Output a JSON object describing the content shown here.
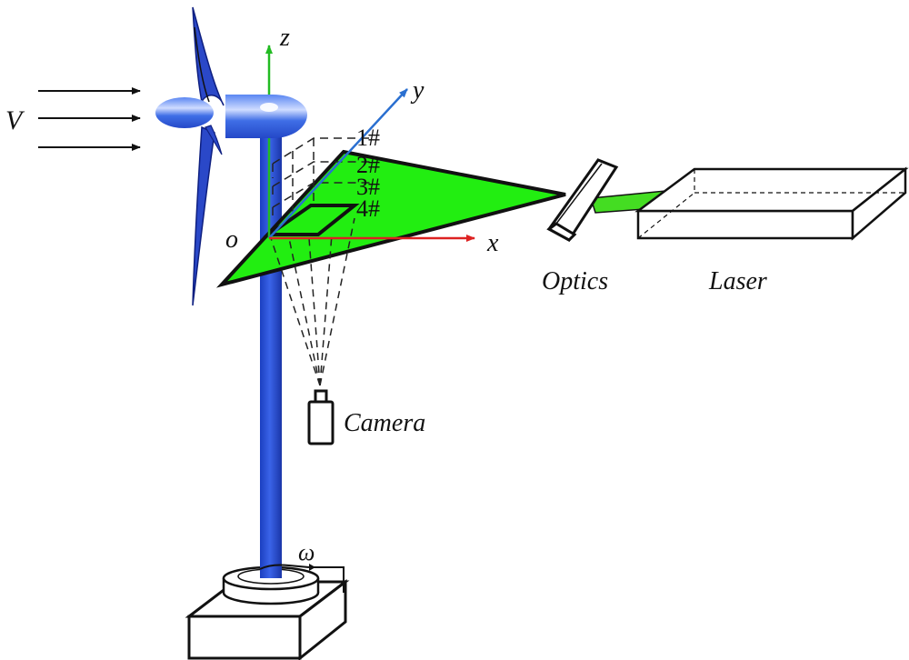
{
  "labels": {
    "wind_speed": "V",
    "axis_z": "z",
    "axis_y": "y",
    "axis_x": "x",
    "origin": "o",
    "plane_1": "1#",
    "plane_2": "2#",
    "plane_3": "3#",
    "plane_4": "4#",
    "optics": "Optics",
    "laser": "Laser",
    "camera": "Camera",
    "rotation": "ω"
  },
  "colors": {
    "tower_blue": "#2a52d8",
    "rotor_blue": "#3f6ee6",
    "laser_sheet_green": "#22ee11",
    "axis_z_green": "#22bb22",
    "axis_y_blue": "#2a6fd0",
    "axis_x_red": "#dd2222",
    "outline_black": "#111111"
  }
}
